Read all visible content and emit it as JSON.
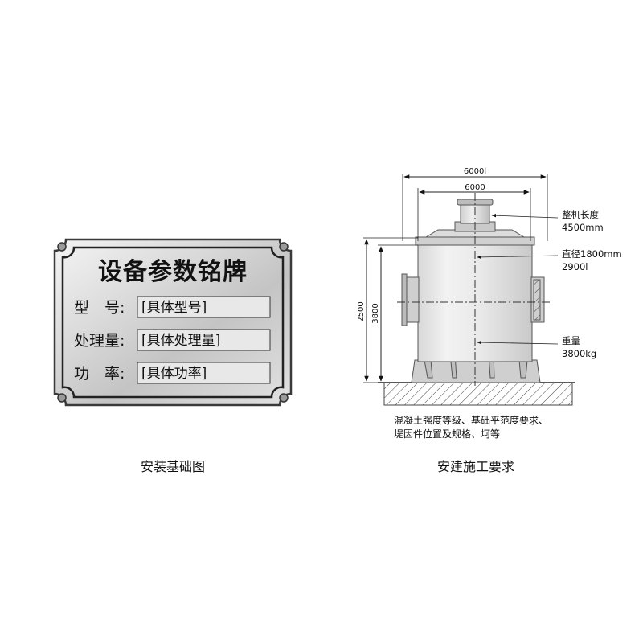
{
  "nameplate": {
    "title": "设备参数铭牌",
    "rows": [
      {
        "label": "型　号:",
        "value": "[具体型号]"
      },
      {
        "label": "处理量:",
        "value": "[具体处理量]"
      },
      {
        "label": "功　率:",
        "value": "[具体功率]"
      }
    ],
    "caption": "安装基础图"
  },
  "drawing": {
    "caption": "安建施工要求",
    "dimensions": {
      "top_outer": "6000l",
      "top_inner": "6000",
      "height_outer": "2500",
      "height_inner": "3800"
    },
    "annotations": [
      {
        "line1": "整机长度",
        "line2": "4500mm"
      },
      {
        "line1": "直径1800mm",
        "line2": "2900l"
      },
      {
        "line1": "重量",
        "line2": "3800kg"
      }
    ],
    "requirements": [
      "混凝土强度等级、基础平范度要求、",
      "堤因件位置及规格、坷等"
    ]
  }
}
